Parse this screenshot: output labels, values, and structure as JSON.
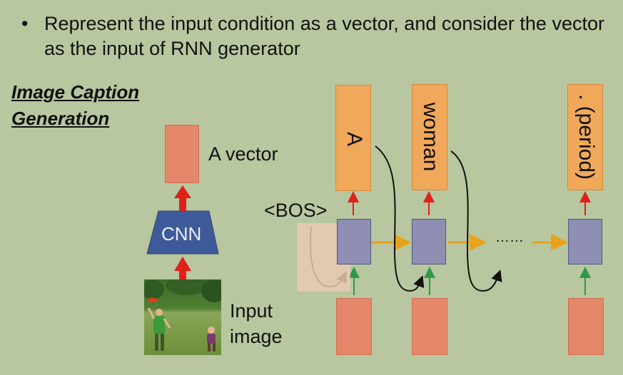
{
  "bullet": {
    "symbol": "•",
    "text": "Represent the input condition as a vector, and consider the vector as the input of RNN generator"
  },
  "topic": {
    "line1": "Image Caption",
    "line2": "Generation"
  },
  "labels": {
    "a_vector": "A vector",
    "cnn": "CNN",
    "input_line1": "Input",
    "input_line2": "image",
    "bos": "<BOS>",
    "dots": "……"
  },
  "outputs": [
    "A",
    "woman",
    ". (period)"
  ],
  "colors": {
    "background": "#b8c79f",
    "output_box": "#f0a85a",
    "input_box": "#e5876a",
    "rnn_box": "#8e8fb3",
    "cnn_trapezoid": "#3f5a98",
    "arrow_red": "#e0211b",
    "arrow_orange": "#e8a21c",
    "arrow_green": "#2c9a4a"
  }
}
